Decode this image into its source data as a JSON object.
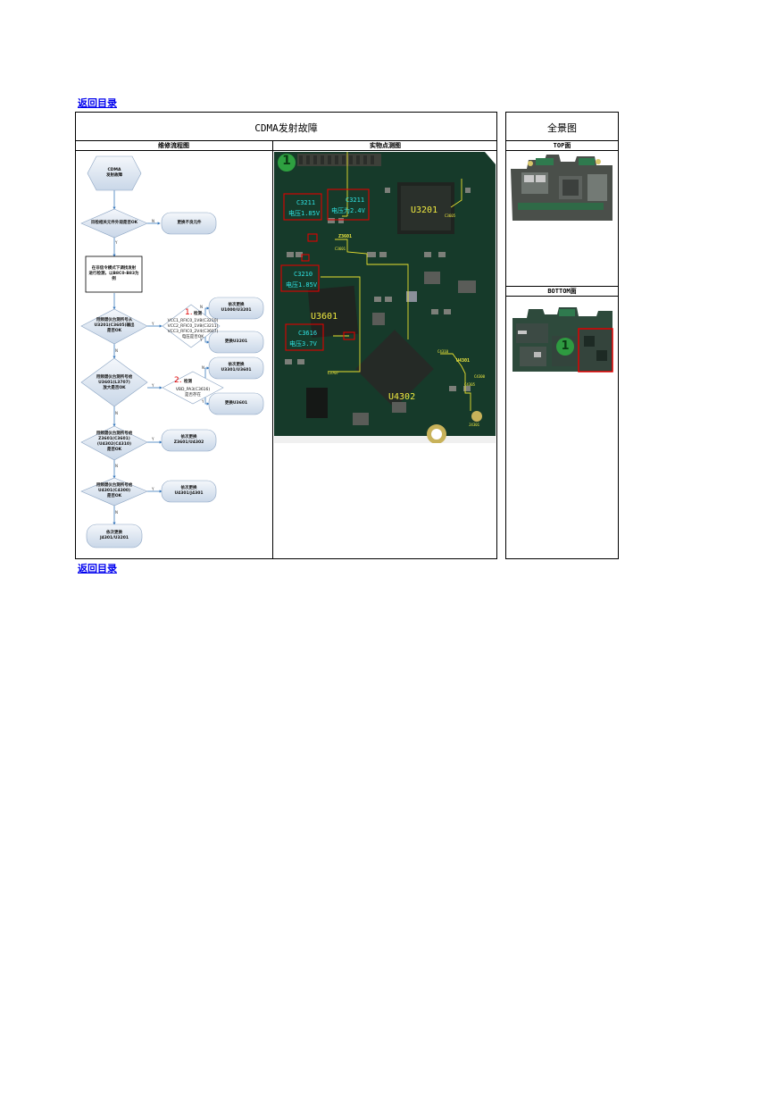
{
  "nav": {
    "back_top": "返回目录",
    "back_bottom": "返回目录"
  },
  "main": {
    "title": "CDMA发射故障",
    "col_flow": "维修流程图",
    "col_photo": "实物点测图"
  },
  "side": {
    "title": "全景图",
    "top_label": "TOP面",
    "bottom_label": "BOTTOM面",
    "bottom_marker": "1"
  },
  "flow": {
    "start": "CDMA\n发射故障",
    "q1": "目检相关元件外观是否OK",
    "a1": "更换不良元件",
    "step2": "在非信令模式下调找发射\n进行检测，以B8C0-B83为\n例",
    "q3": "用频谱仪台测所号从\nU3201(C3605)输出\n是否OK",
    "num1": "1.",
    "note1_title": "检测",
    "note1_body": "VCC1_RFIC0_1V8(C3210)\nVCC2_RFIC0_1V8(C3211)\nVCC3_RFIC0_2V4(C3607)\n电压是否OK",
    "r1a": "依次更换\nU1000/U3201",
    "r1b": "更换U3201",
    "q4": "用频谱仪台测所号给\nU3601(L3707)\n放大是否OK",
    "num2": "2.",
    "note2_title": "检测",
    "note2_body": "VBD_PA3(C3616)\n是否存在",
    "r2a": "依次更换\nU3301/U3601",
    "r2b": "更换U3601",
    "q5": "用频谱仪台测所号给\nZ3601(C3601)\n(U4302(C4310)\n是否OK",
    "a5": "依次更换\nZ3601/U4302",
    "q6": "用频谱仪台测所号给\nU4301(C4300)\n是否OK",
    "a6": "依次更换\nU4301/J4301",
    "end": "依次更换\nJ4301/U3201",
    "y": "Y",
    "n": "N"
  },
  "photo": {
    "marker": "1",
    "boxes": [
      {
        "ref": "C3211",
        "text": "电压1.85V"
      },
      {
        "ref": "C3211",
        "text": "电压为2.4V"
      },
      {
        "ref": "C3210",
        "text": "电压1.85V"
      },
      {
        "ref": "C3616",
        "text": "电压3.7V"
      }
    ],
    "chips": {
      "u3201": "U3201",
      "u3601": "U3601",
      "u4302": "U4302"
    },
    "small": {
      "c3605": "C3605",
      "z3601": "Z3601",
      "c3601": "C3601",
      "l3707": "L3707",
      "c4310": "C4310",
      "u4301": "U4301",
      "c4300": "C4300",
      "c4305": "C4305",
      "j4301": "J4301"
    }
  }
}
